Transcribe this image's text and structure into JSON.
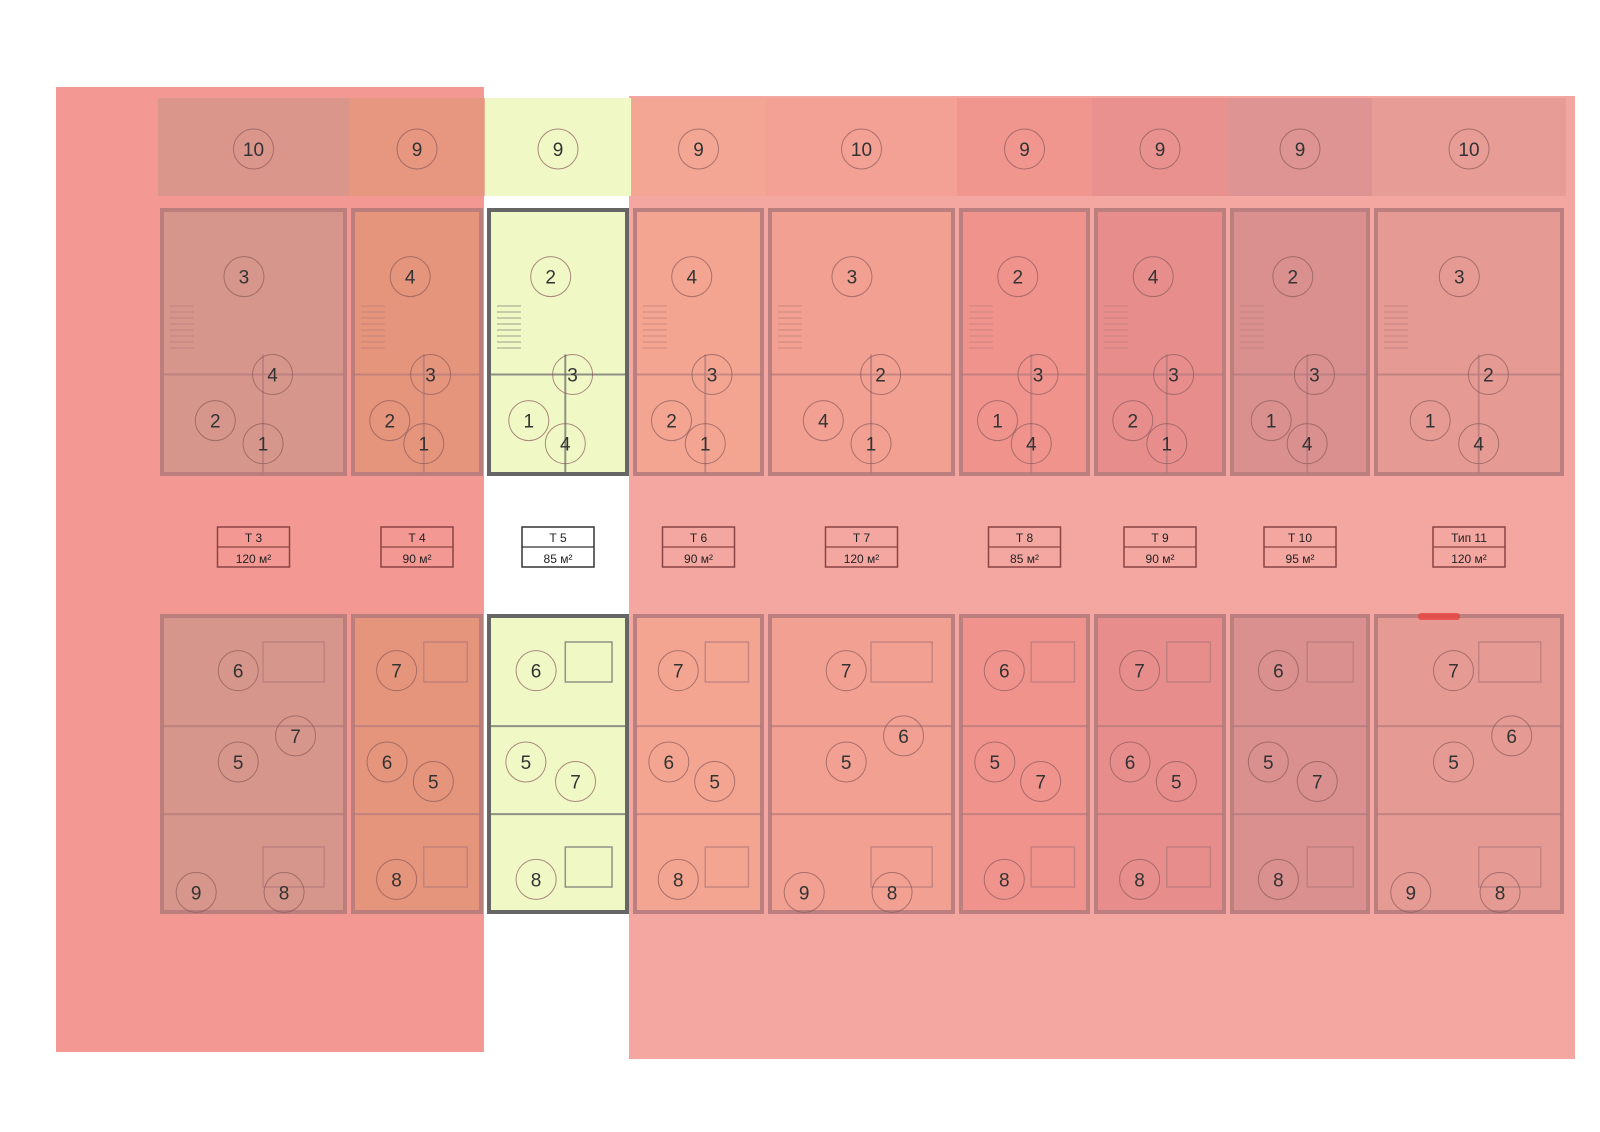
{
  "units": [
    {
      "type": "Т 3",
      "area": "120 м²",
      "color": "#d3968a",
      "yard": "10",
      "ground": [
        "3",
        "4",
        "2",
        "1"
      ],
      "upper": [
        "6",
        "7",
        "5",
        "9",
        "8"
      ]
    },
    {
      "type": "Т 4",
      "area": "90 м²",
      "color": "#e39579",
      "yard": "9",
      "ground": [
        "4",
        "3",
        "2",
        "1"
      ],
      "upper": [
        "7",
        "6",
        "5",
        "8"
      ]
    },
    {
      "type": "Т 5",
      "area": "85 м²",
      "color": "#f0f9c6",
      "yard": "9",
      "ground": [
        "2",
        "3",
        "1",
        "4"
      ],
      "upper": [
        "6",
        "5",
        "7",
        "8"
      ],
      "selected": true
    },
    {
      "type": "Т 6",
      "area": "90 м²",
      "color": "#f3a590",
      "yard": "9",
      "ground": [
        "4",
        "3",
        "2",
        "1"
      ],
      "upper": [
        "7",
        "6",
        "5",
        "8"
      ]
    },
    {
      "type": "Т 7",
      "area": "120 м²",
      "color": "#f29f90",
      "yard": "10",
      "ground": [
        "3",
        "2",
        "4",
        "1"
      ],
      "upper": [
        "7",
        "6",
        "5",
        "9",
        "8"
      ]
    },
    {
      "type": "Т 8",
      "area": "85 м²",
      "color": "#f0908a",
      "yard": "9",
      "ground": [
        "2",
        "3",
        "1",
        "4"
      ],
      "upper": [
        "6",
        "5",
        "7",
        "8"
      ]
    },
    {
      "type": "Т 9",
      "area": "90 м²",
      "color": "#e58a8a",
      "yard": "9",
      "ground": [
        "4",
        "3",
        "2",
        "1"
      ],
      "upper": [
        "7",
        "6",
        "5",
        "8"
      ]
    },
    {
      "type": "Т 10",
      "area": "95 м²",
      "color": "#d68d8d",
      "yard": "9",
      "ground": [
        "2",
        "3",
        "1",
        "4"
      ],
      "upper": [
        "6",
        "5",
        "7",
        "8"
      ]
    },
    {
      "type": "Тип 11",
      "area": "120 м²",
      "color": "#e39a92",
      "yard": "10",
      "ground": [
        "3",
        "2",
        "1",
        "4"
      ],
      "upper": [
        "7",
        "6",
        "5",
        "9",
        "8"
      ]
    }
  ],
  "colors": {
    "overlay": "#f0817a",
    "wall": "#b3797a",
    "selected_wall": "#666666",
    "label_border": "#8a4444"
  }
}
